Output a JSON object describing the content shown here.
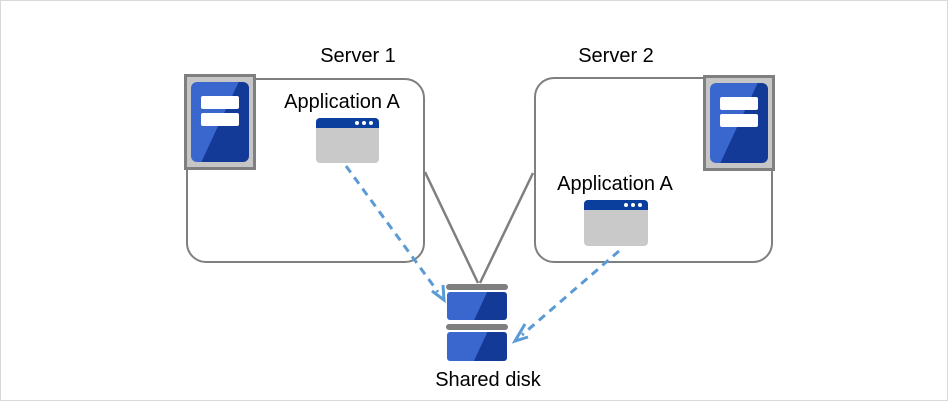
{
  "theme": {
    "canvas-border": "#d9d9d9",
    "line-gray": "#7f7f7f",
    "frame-gray": "#c6c6c6",
    "window-gray": "#c9c9c9",
    "blue-light": "#3a67cd",
    "blue-dark": "#123a96",
    "titlebar-blue": "#0b3f9e",
    "arrow-blue": "#5b9bd5"
  },
  "diagram": {
    "servers": [
      {
        "label": "Server 1",
        "application": {
          "label": "Application A"
        }
      },
      {
        "label": "Server 2",
        "application": {
          "label": "Application A"
        }
      }
    ],
    "shared_disk": {
      "label": "Shared disk"
    },
    "icons": {
      "server": "server-icon",
      "application": "app-window-icon",
      "shared_disk": "disk-stack-icon"
    }
  }
}
